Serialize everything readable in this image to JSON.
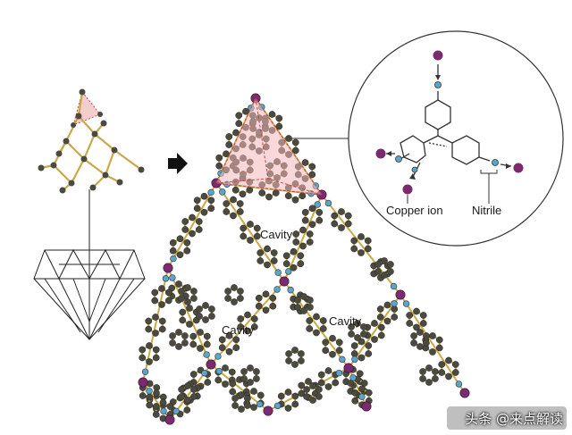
{
  "labels": {
    "cavity_top": "Cavity",
    "cavity_left": "Cavity",
    "cavity_right": "Cavity",
    "copper_ion": "Copper ion",
    "nitrile": "Nitrile"
  },
  "watermark": "头条 @来点解读",
  "colors": {
    "copper": "#7a2a6e",
    "nitrogen": "#5aa6c8",
    "carbon": "#4a4a40",
    "bond_gold": "#c9a94a",
    "tetra_fill": "#f2b8b8",
    "tetra_edge": "#c04848",
    "ink": "#1a1a1a"
  },
  "icons": {
    "arrow": "right-arrow-icon"
  }
}
